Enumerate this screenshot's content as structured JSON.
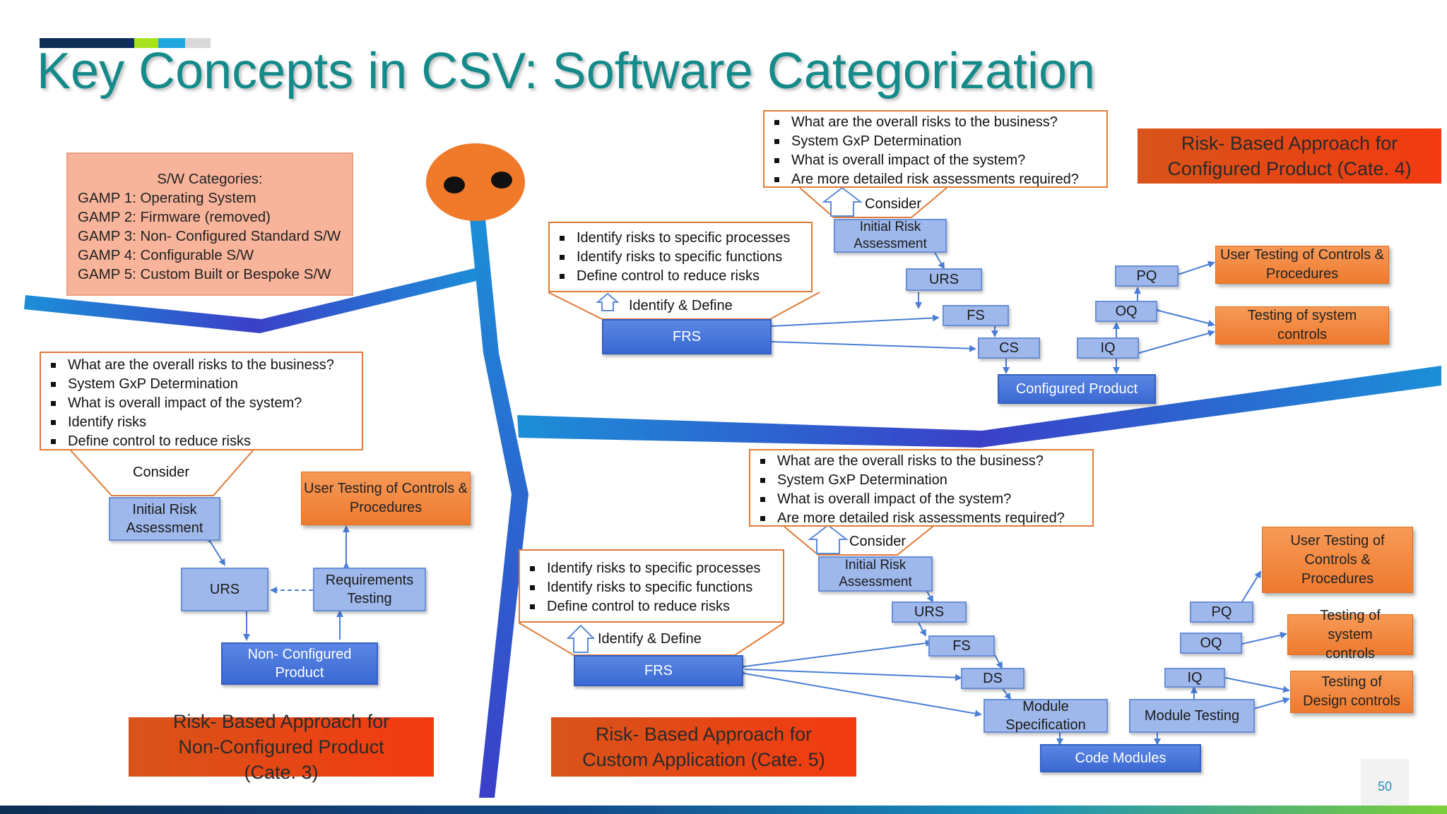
{
  "title": "Key Concepts in CSV: Software Categorization",
  "page_number": "50",
  "colors": {
    "title": "#158a8a",
    "accent_bar": [
      "#0e2f55",
      "#a8e21e",
      "#1ea7df",
      "#d8d8d8"
    ],
    "spine": "#2a5fd0",
    "orange": "#ee7a2e",
    "red_label": "#f23a10"
  },
  "categories": {
    "heading": "S/W Categories:",
    "items": [
      "GAMP 1: Operating System",
      "GAMP 2: Firmware (removed)",
      "GAMP 3: Non- Configured Standard S/W",
      "GAMP 4: Configurable S/W",
      "GAMP 5: Custom Built or Bespoke S/W"
    ]
  },
  "cat3": {
    "risks": [
      "What are the overall risks to the business?",
      "System GxP Determination",
      "What is overall impact of the system?",
      "Identify risks",
      "Define control to reduce risks"
    ],
    "consider": "Consider",
    "initial_risk": "Initial Risk Assessment",
    "urs": "URS",
    "req_testing": "Requirements Testing",
    "user_testing": "User Testing of Controls & Procedures",
    "product": "Non- Configured Product",
    "label": "Risk- Based Approach for Non-Configured Product (Cate. 3)"
  },
  "cat4": {
    "risks": [
      "What are the overall risks to the business?",
      "System GxP Determination",
      "What is overall impact of the system?",
      "Are more detailed risk assessments required?"
    ],
    "consider": "Consider",
    "initial_risk": "Initial Risk Assessment",
    "identify": [
      "Identify  risks to specific processes",
      "Identify risks to specific functions",
      "Define control to reduce risks"
    ],
    "identify_define": "Identify & Define",
    "frs": "FRS",
    "urs": "URS",
    "fs": "FS",
    "cs": "CS",
    "iq": "IQ",
    "oq": "OQ",
    "pq": "PQ",
    "product": "Configured Product",
    "user_testing": "User Testing of Controls & Procedures",
    "system_testing": "Testing of system controls",
    "label": "Risk- Based Approach for Configured Product (Cate. 4)"
  },
  "cat5": {
    "risks": [
      "What are the overall risks to the business?",
      "System GxP Determination",
      "What is overall impact of the system?",
      "Are more detailed risk assessments required?"
    ],
    "consider": "Consider",
    "initial_risk": "Initial Risk Assessment",
    "identify": [
      "Identify  risks to specific processes",
      "Identify risks to specific functions",
      "Define control to reduce risks"
    ],
    "identify_define": "Identify & Define",
    "frs": "FRS",
    "urs": "URS",
    "fs": "FS",
    "ds": "DS",
    "module_spec": "Module Specification",
    "code_modules": "Code Modules",
    "module_testing": "Module Testing",
    "iq": "IQ",
    "oq": "OQ",
    "pq": "PQ",
    "user_testing": "User Testing of Controls & Procedures",
    "system_testing": "Testing of system controls",
    "design_testing": "Testing of Design controls",
    "label": "Risk- Based Approach for Custom Application (Cate. 5)"
  }
}
